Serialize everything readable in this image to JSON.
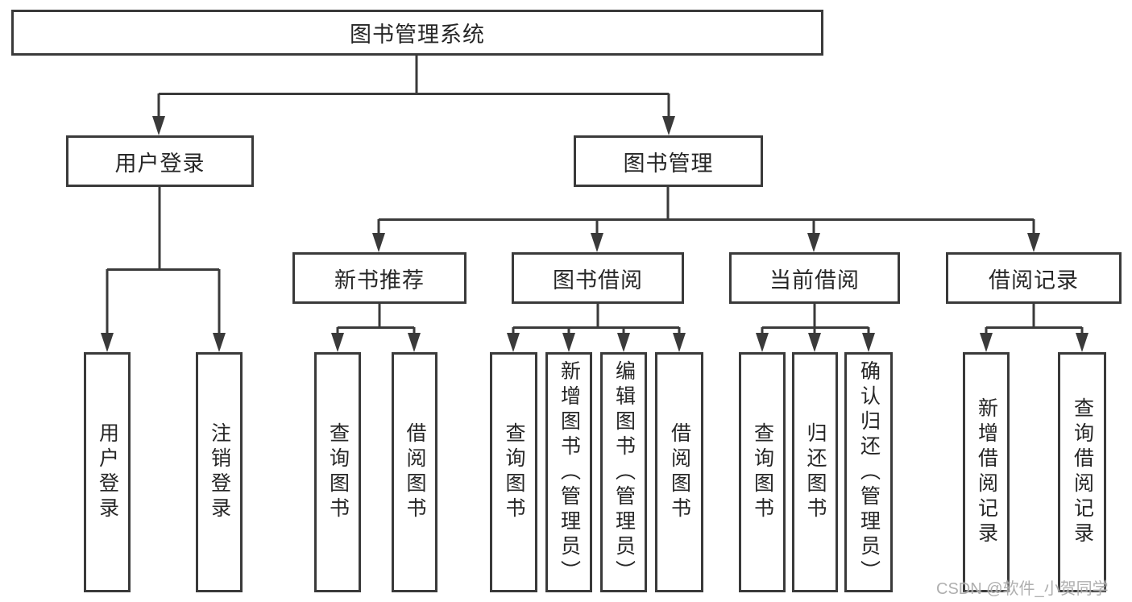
{
  "diagram_title": "图书管理系统",
  "watermark": "CSDN @软件_小贺同学",
  "colors": {
    "line": "#3a3a3a",
    "text": "#262626",
    "watermark": "#a8a8a8",
    "background": "#ffffff"
  },
  "nodes": {
    "root": {
      "label": "图书管理系统"
    },
    "user_login": {
      "label": "用户登录"
    },
    "book_mgmt": {
      "label": "图书管理"
    },
    "new_book_rec": {
      "label": "新书推荐"
    },
    "book_borrow": {
      "label": "图书借阅"
    },
    "current_borrow": {
      "label": "当前借阅"
    },
    "borrow_record": {
      "label": "借阅记录"
    },
    "leaf_user_login": {
      "label": "用户登录"
    },
    "leaf_logout": {
      "label": "注销登录"
    },
    "leaf_rec_query_book": {
      "label": "查询图书"
    },
    "leaf_rec_borrow_book": {
      "label": "借阅图书"
    },
    "leaf_bb_query_book": {
      "label": "查询图书"
    },
    "leaf_bb_add_book": {
      "label": "新增图书（管理员）"
    },
    "leaf_bb_edit_book": {
      "label": "编辑图书（管理员）"
    },
    "leaf_bb_borrow_book": {
      "label": "借阅图书"
    },
    "leaf_cb_query_book": {
      "label": "查询图书"
    },
    "leaf_cb_return_book": {
      "label": "归还图书"
    },
    "leaf_cb_confirm_return": {
      "label": "确认归还（管理员）"
    },
    "leaf_br_add_record": {
      "label": "新增借阅记录"
    },
    "leaf_br_query_record": {
      "label": "查询借阅记录"
    }
  }
}
